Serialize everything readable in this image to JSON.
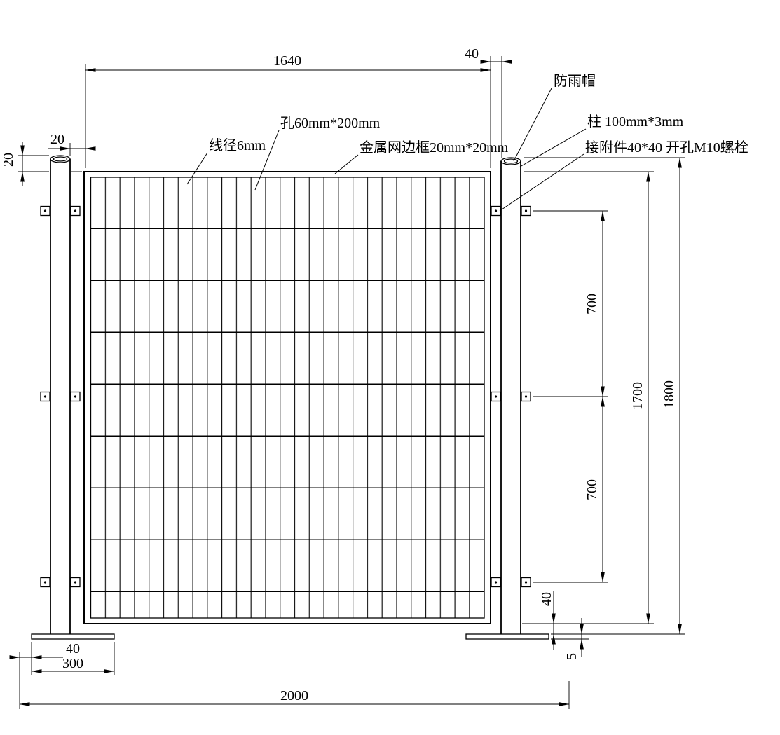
{
  "drawing": {
    "dimensions": {
      "panel_width": "1640",
      "post_gap_top": "40",
      "post_mesh_gap": "20",
      "cap_offset": "20",
      "bracket_spacing_upper": "700",
      "bracket_spacing_lower": "700",
      "mesh_height": "1700",
      "post_height": "1800",
      "mesh_ground_clearance": "40",
      "plate_thickness": "5",
      "plate_edge_offset": "40",
      "plate_width": "300",
      "overall_width": "2000"
    },
    "labels": {
      "rain_cap": "防雨帽",
      "post_spec": "柱 100mm*3mm",
      "attachment_spec": "接附件40*40 开孔M10螺栓",
      "mesh_hole": "孔60mm*200mm",
      "wire_diameter": "线径6mm",
      "mesh_frame": "金属网边框20mm*20mm"
    },
    "colors": {
      "line": "#000000",
      "background": "#ffffff"
    }
  }
}
